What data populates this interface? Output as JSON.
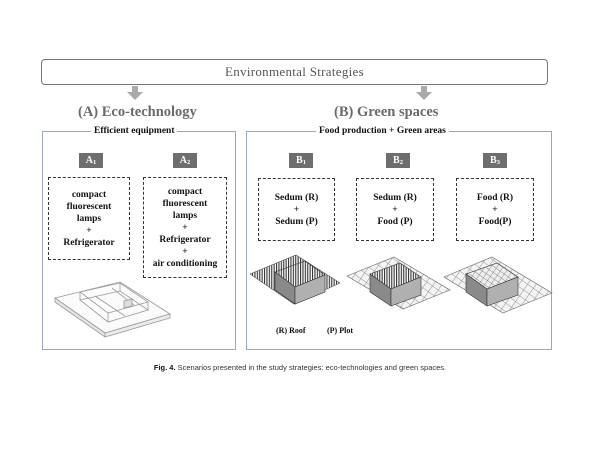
{
  "header": {
    "title": "Environmental Strategies"
  },
  "sections": {
    "a": {
      "title": "(A) Eco-technology",
      "caption": "Efficient equipment"
    },
    "b": {
      "title": "(B) Green spaces",
      "caption": "Food production + Green areas"
    }
  },
  "scenarios": {
    "a1": {
      "label": "A",
      "sub": "1",
      "lines": [
        "compact",
        "fluorescent",
        "lamps",
        "+",
        "Refrigerator"
      ]
    },
    "a2": {
      "label": "A",
      "sub": "2",
      "lines": [
        "compact",
        "fluorescent",
        "lamps",
        "+",
        "Refrigerator",
        "+",
        "air conditioning"
      ]
    },
    "b1": {
      "label": "B",
      "sub": "1",
      "lines": [
        "Sedum (R)",
        "+",
        "Sedum (P)"
      ]
    },
    "b2": {
      "label": "B",
      "sub": "2",
      "lines": [
        "Sedum (R)",
        "+",
        "Food (P)"
      ]
    },
    "b3": {
      "label": "B",
      "sub": "3",
      "lines": [
        "Food (R)",
        "+",
        "Food(P)"
      ]
    }
  },
  "legend": {
    "roof": "(R) Roof",
    "plot": "(P) Plot"
  },
  "figure_caption": {
    "label": "Fig. 4.",
    "text": "Scenarios presented in the study strategies: eco-technologies and green spaces."
  }
}
